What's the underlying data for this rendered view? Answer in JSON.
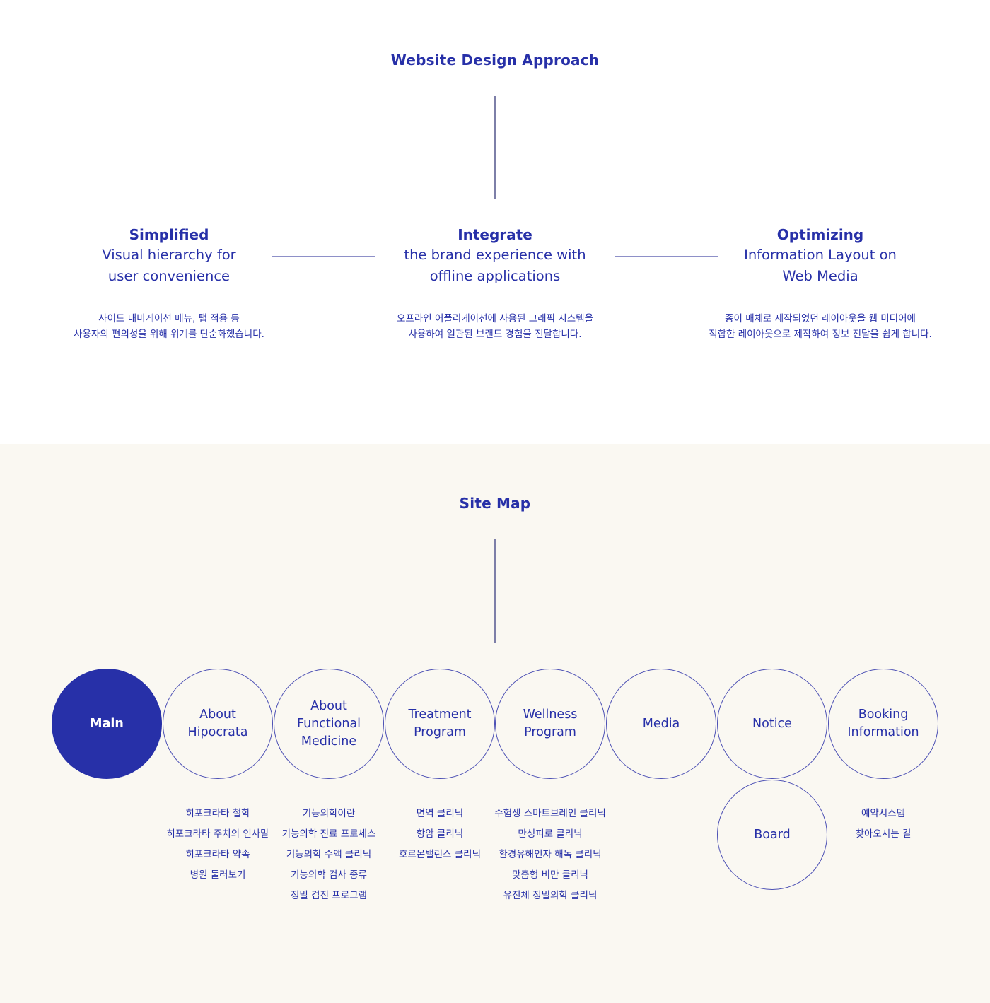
{
  "approach": {
    "heading": "Website Design Approach",
    "items": [
      {
        "title": "Simplified",
        "sub1": "Visual hierarchy for",
        "sub2": "user convenience",
        "desc1": "사이드 내비게이션 메뉴, 탭 적용 등",
        "desc2": "사용자의 편의성을 위해 위계를 단순화했습니다."
      },
      {
        "title": "Integrate",
        "sub1": "the brand experience with",
        "sub2": "offline applications",
        "desc1": "오프라인 어플리케이션에 사용된 그래픽 시스템을",
        "desc2": "사용하여 일관된 브랜드 경험을 전달합니다."
      },
      {
        "title": "Optimizing",
        "sub1": "Information Layout on",
        "sub2": "Web Media",
        "desc1": "종이 매체로 제작되었던 레이아웃을 웹 미디어에",
        "desc2": "적합한 레이아웃으로 제작하여 정보 전달을 쉽게 합니다."
      }
    ]
  },
  "sitemap": {
    "heading": "Site Map",
    "nodes": [
      {
        "line1": "Main",
        "line2": "",
        "line3": ""
      },
      {
        "line1": "About",
        "line2": "Hipocrata",
        "line3": ""
      },
      {
        "line1": "About",
        "line2": "Functional",
        "line3": "Medicine"
      },
      {
        "line1": "Treatment",
        "line2": "Program",
        "line3": ""
      },
      {
        "line1": "Wellness",
        "line2": "Program",
        "line3": ""
      },
      {
        "line1": "Media",
        "line2": "",
        "line3": ""
      },
      {
        "line1": "Notice",
        "line2": "",
        "line3": ""
      },
      {
        "line1": "Booking",
        "line2": "Information",
        "line3": ""
      }
    ],
    "extra_node": "Board",
    "sublists": [
      [
        "히포크라타 철학",
        "히포크라타 주치의 인사말",
        "히포크라타 약속",
        "병원 둘러보기"
      ],
      [
        "기능의학이란",
        "기능의학 진료 프로세스",
        "기능의학 수액 클리닉",
        "기능의학 검사 종류",
        "정밀 검진 프로그램"
      ],
      [
        "면역 클리닉",
        "항암 클리닉",
        "호르몬밸런스 클리닉"
      ],
      [
        "수험생 스마트브레인 클리닉",
        "만성피로 클리닉",
        "환경유해인자 해독 클리닉",
        "맞춤형 비만 클리닉",
        "유전체 정밀의학 클리닉"
      ],
      [
        "예약시스템",
        "찾아오시는 길"
      ]
    ]
  },
  "colors": {
    "accent": "#2730a8",
    "cream": "#faf8f2",
    "line": "#7d7fa8"
  }
}
